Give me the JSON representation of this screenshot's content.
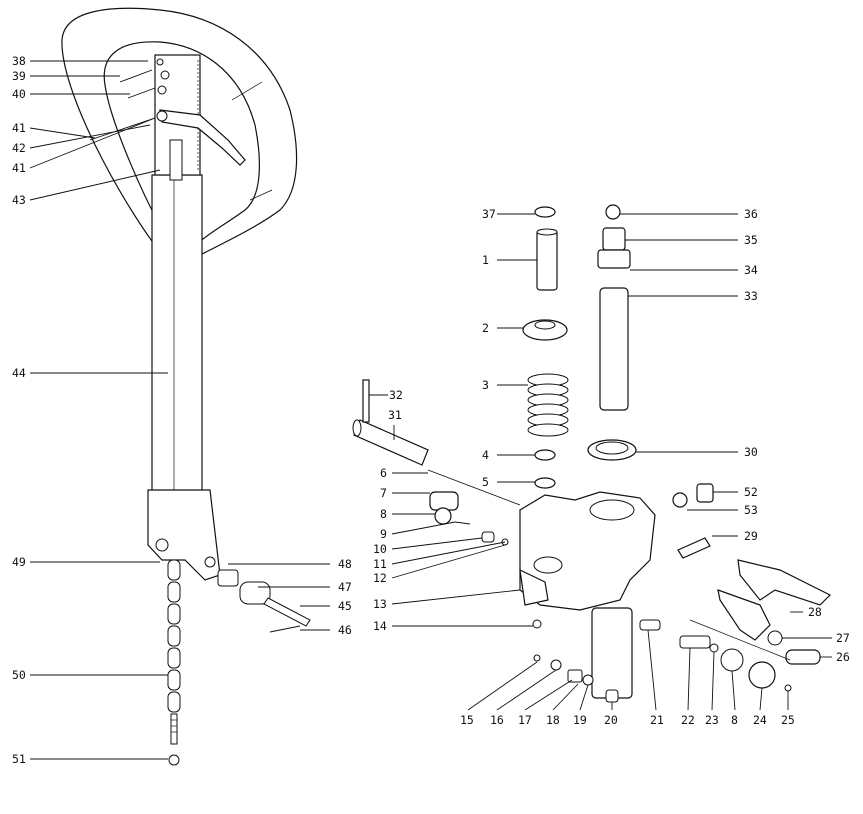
{
  "labels_left": [
    "38",
    "39",
    "40",
    "41",
    "42",
    "41",
    "43",
    "44",
    "49",
    "50",
    "51"
  ],
  "labels_right": [
    "37",
    "1",
    "2",
    "3",
    "4",
    "5",
    "36",
    "35",
    "34",
    "33",
    "30",
    "52",
    "53",
    "29",
    "28",
    "27",
    "26"
  ],
  "labels_mid": [
    "32",
    "31",
    "6",
    "7",
    "8",
    "9",
    "10",
    "11",
    "12",
    "13",
    "14"
  ],
  "labels_bottom": [
    "48",
    "47",
    "45",
    "46",
    "15",
    "16",
    "17",
    "18",
    "19",
    "20",
    "21",
    "22",
    "23",
    "8",
    "24",
    "25"
  ]
}
